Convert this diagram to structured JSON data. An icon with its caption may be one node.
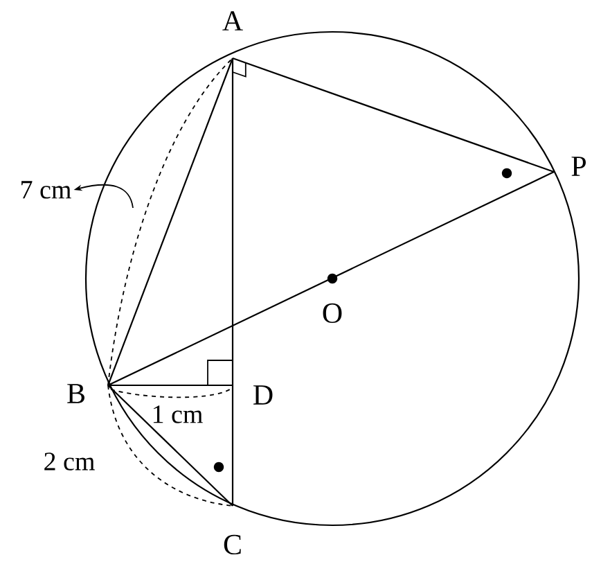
{
  "diagram": {
    "nodes": [
      {
        "text": [
          "7 cm"
        ]
      },
      {
        "text": [],
        "shape": "arc"
      }
    ],
    "edges": [
      {
        "from": 1,
        "to": 0,
        "arrow": "to"
      }
    ],
    "labels": [
      "A",
      "P",
      "O",
      "B",
      "D",
      "1 cm",
      "2 cm",
      "C"
    ]
  }
}
